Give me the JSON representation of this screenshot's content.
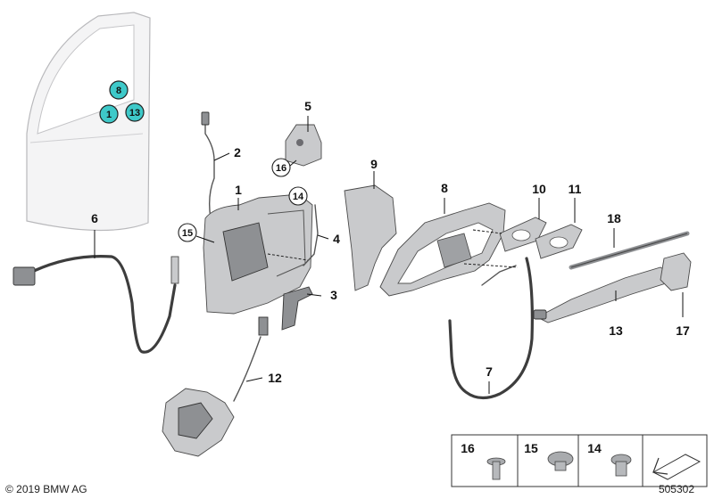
{
  "callouts": [
    {
      "label": "1"
    },
    {
      "label": "2"
    },
    {
      "label": "3"
    },
    {
      "label": "4"
    },
    {
      "label": "5"
    },
    {
      "label": "6"
    },
    {
      "label": "7"
    },
    {
      "label": "8"
    },
    {
      "label": "9"
    },
    {
      "label": "10"
    },
    {
      "label": "11"
    },
    {
      "label": "12"
    },
    {
      "label": "13"
    },
    {
      "label": "17"
    },
    {
      "label": "18"
    }
  ],
  "circled_callouts": [
    {
      "label": "14"
    },
    {
      "label": "15"
    },
    {
      "label": "16"
    }
  ],
  "door_markers": [
    {
      "label": "8",
      "color": "#3ec9c9"
    },
    {
      "label": "1",
      "color": "#3ec9c9"
    },
    {
      "label": "13",
      "color": "#3ec9c9"
    }
  ],
  "legend": [
    {
      "label": "16"
    },
    {
      "label": "15"
    },
    {
      "label": "14"
    }
  ],
  "footer": {
    "copyright": "© 2019 BMW AG",
    "diagram_number": "505302"
  }
}
